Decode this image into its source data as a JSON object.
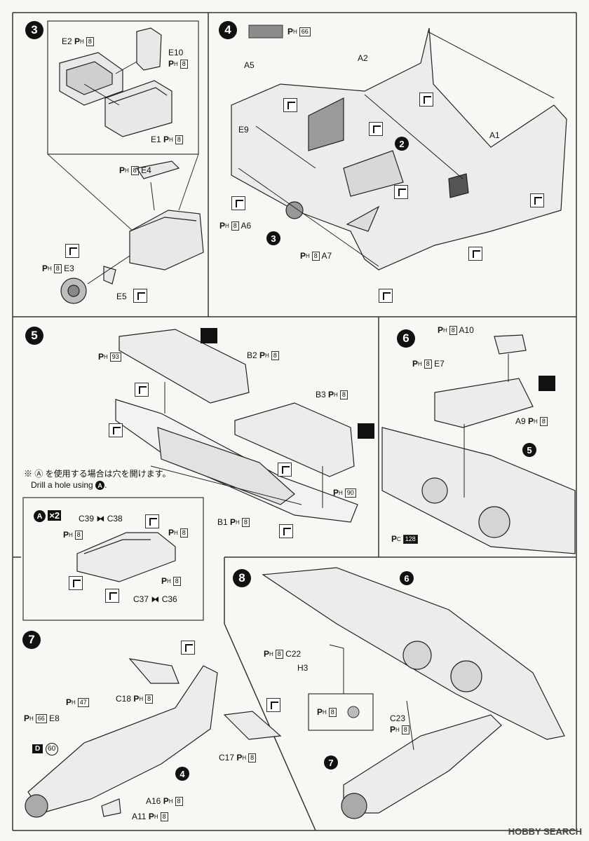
{
  "paint_prefix": "P",
  "paint_sub": "H",
  "paint_sub_c": "C",
  "steps": {
    "s3": {
      "num": "3",
      "labels": {
        "e2": "E2",
        "e10": "E10",
        "e1": "E1",
        "e4": "E4",
        "e3": "E3",
        "e5": "E5"
      },
      "codes": {
        "c8": "8"
      }
    },
    "s4": {
      "num": "4",
      "swatch_code": "66",
      "labels": {
        "a5": "A5",
        "a2": "A2",
        "a1": "A1",
        "e9": "E9",
        "a6": "A6",
        "a7": "A7"
      },
      "subs": {
        "two": "2",
        "three": "3"
      }
    },
    "s5": {
      "num": "5",
      "labels": {
        "b2": "B2",
        "b3": "B3",
        "b1": "B1"
      },
      "codes": {
        "c93": "93",
        "c90": "90",
        "c8": "8"
      },
      "note_jp": "※ Ⓐ を使用する場合は穴を開けます。",
      "note_en_pre": "Drill a hole using",
      "note_letter": "A",
      "option": {
        "letter": "A",
        "mult": "×2",
        "c39": "C39",
        "c38": "C38",
        "c37": "C37",
        "c36": "C36"
      }
    },
    "s6": {
      "num": "6",
      "labels": {
        "a10": "A10",
        "e7": "E7",
        "a9": "A9"
      },
      "sub": "5",
      "code128": "128"
    },
    "s7": {
      "num": "7",
      "labels": {
        "c18": "C18",
        "e8": "E8",
        "c17": "C17",
        "a16": "A16",
        "a11": "A11"
      },
      "codes": {
        "c47": "47",
        "c66": "66",
        "c60": "60"
      },
      "decal": "D",
      "sub": "4"
    },
    "s8": {
      "num": "8",
      "labels": {
        "c22": "C22",
        "h3": "H3",
        "c23": "C23"
      },
      "subs": {
        "six": "6",
        "seven": "7"
      }
    }
  },
  "watermark": "HOBBY SEARCH",
  "colors": {
    "panel_swatch": "#8c8c8c",
    "ink": "#111111"
  }
}
